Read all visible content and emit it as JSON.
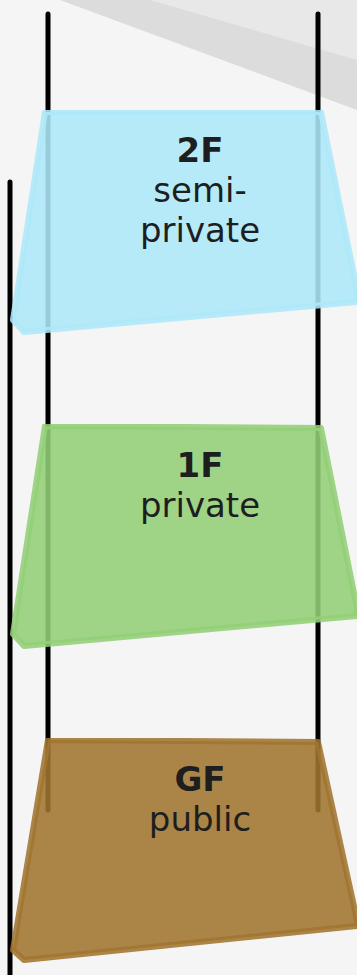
{
  "diagram": {
    "nodes": [
      {
        "text": [
          "2F",
          "semi- private"
        ]
      },
      {
        "text": [
          "1F",
          "private"
        ]
      },
      {
        "text": [
          "GF",
          "public"
        ]
      }
    ]
  }
}
